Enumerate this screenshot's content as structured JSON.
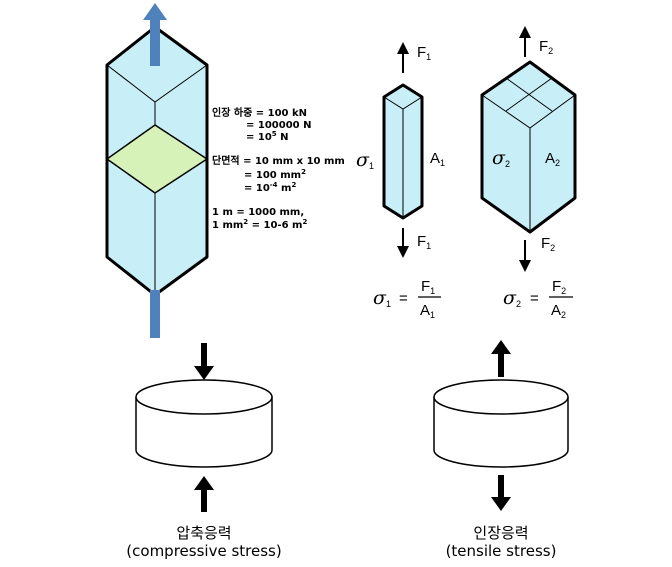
{
  "colors": {
    "prism_fill": "#c8eef8",
    "section_fill": "#d6f2b8",
    "arrow_blue": "#4f81bd",
    "outline": "#000000"
  },
  "notes": {
    "load_label": "인장 하중 = 100 kN",
    "load_eq1": "= 100000  N",
    "load_eq2_base": "= 10",
    "load_eq2_exp": "5",
    "load_eq2_unit": " N",
    "area_label": "단면적 = 10 mm x 10 mm",
    "area_eq1_base": "= 100 mm",
    "area_eq1_exp": "2",
    "area_eq2_base": "=  10",
    "area_eq2_exp": "-4",
    "area_eq2_unit": " m",
    "area_eq2_exp2": "2",
    "conv1": "1 m = 1000 mm,",
    "conv2_base": "1 mm",
    "conv2_exp": "2",
    "conv2_rest": " = 10-6 m",
    "conv2_exp2": "2"
  },
  "bar1": {
    "force": "F",
    "force_sub": "1",
    "stress": "σ",
    "stress_sub": "1",
    "area": "A",
    "area_sub": "1"
  },
  "bar2": {
    "force": "F",
    "force_sub": "2",
    "stress": "σ",
    "stress_sub": "2",
    "area": "A",
    "area_sub": "2"
  },
  "captions": {
    "compressive_ko": "압축응력",
    "compressive_en": "(compressive stress)",
    "tensile_ko": "인장응력",
    "tensile_en": "(tensile stress)"
  }
}
